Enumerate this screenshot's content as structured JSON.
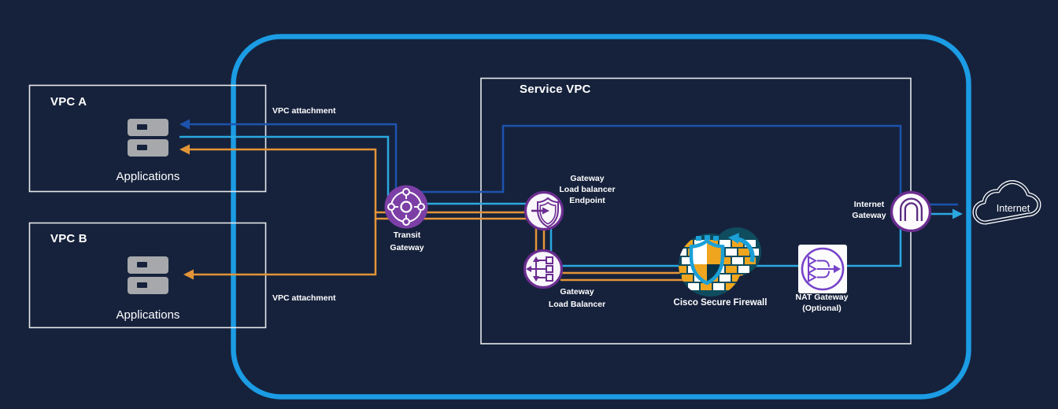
{
  "colors": {
    "background": "#16223C",
    "region_border": "#1B9CE4",
    "box_border": "#E7E8EB",
    "line_blue": "#1D53AE",
    "line_cyan": "#2AA8E0",
    "line_orange": "#E39437",
    "icon_purple": "#6B2D90",
    "transit_purple": "#7C3FA6",
    "nat_purple": "#7642C8",
    "firewall_teal": "#0E4C5E",
    "cisco_blue": "#1BA0D7",
    "brick_orange": "#F0A51F",
    "server_gray": "#A6A8AB",
    "text": "#FFFFFF"
  },
  "vpc_a": {
    "title": "VPC A",
    "applications_label": "Applications"
  },
  "vpc_b": {
    "title": "VPC B",
    "applications_label": "Applications"
  },
  "vpc_attachment_top": "VPC attachment",
  "vpc_attachment_bottom": "VPC attachment",
  "service_vpc": {
    "title": "Service VPC"
  },
  "transit_gateway": {
    "line1": "Transit",
    "line2": "Gateway"
  },
  "gwlb_endpoint": {
    "line1": "Gateway",
    "line2": "Load balancer",
    "line3": "Endpoint"
  },
  "gwlb": {
    "line1": "Gateway",
    "line2": "Load Balancer"
  },
  "firewall": {
    "label": "Cisco Secure Firewall"
  },
  "nat_gateway": {
    "line1": "NAT Gateway",
    "line2": "(Optional)"
  },
  "internet_gateway": {
    "line1": "Internet",
    "line2": "Gateway"
  },
  "internet_cloud": {
    "label": "Internet"
  }
}
